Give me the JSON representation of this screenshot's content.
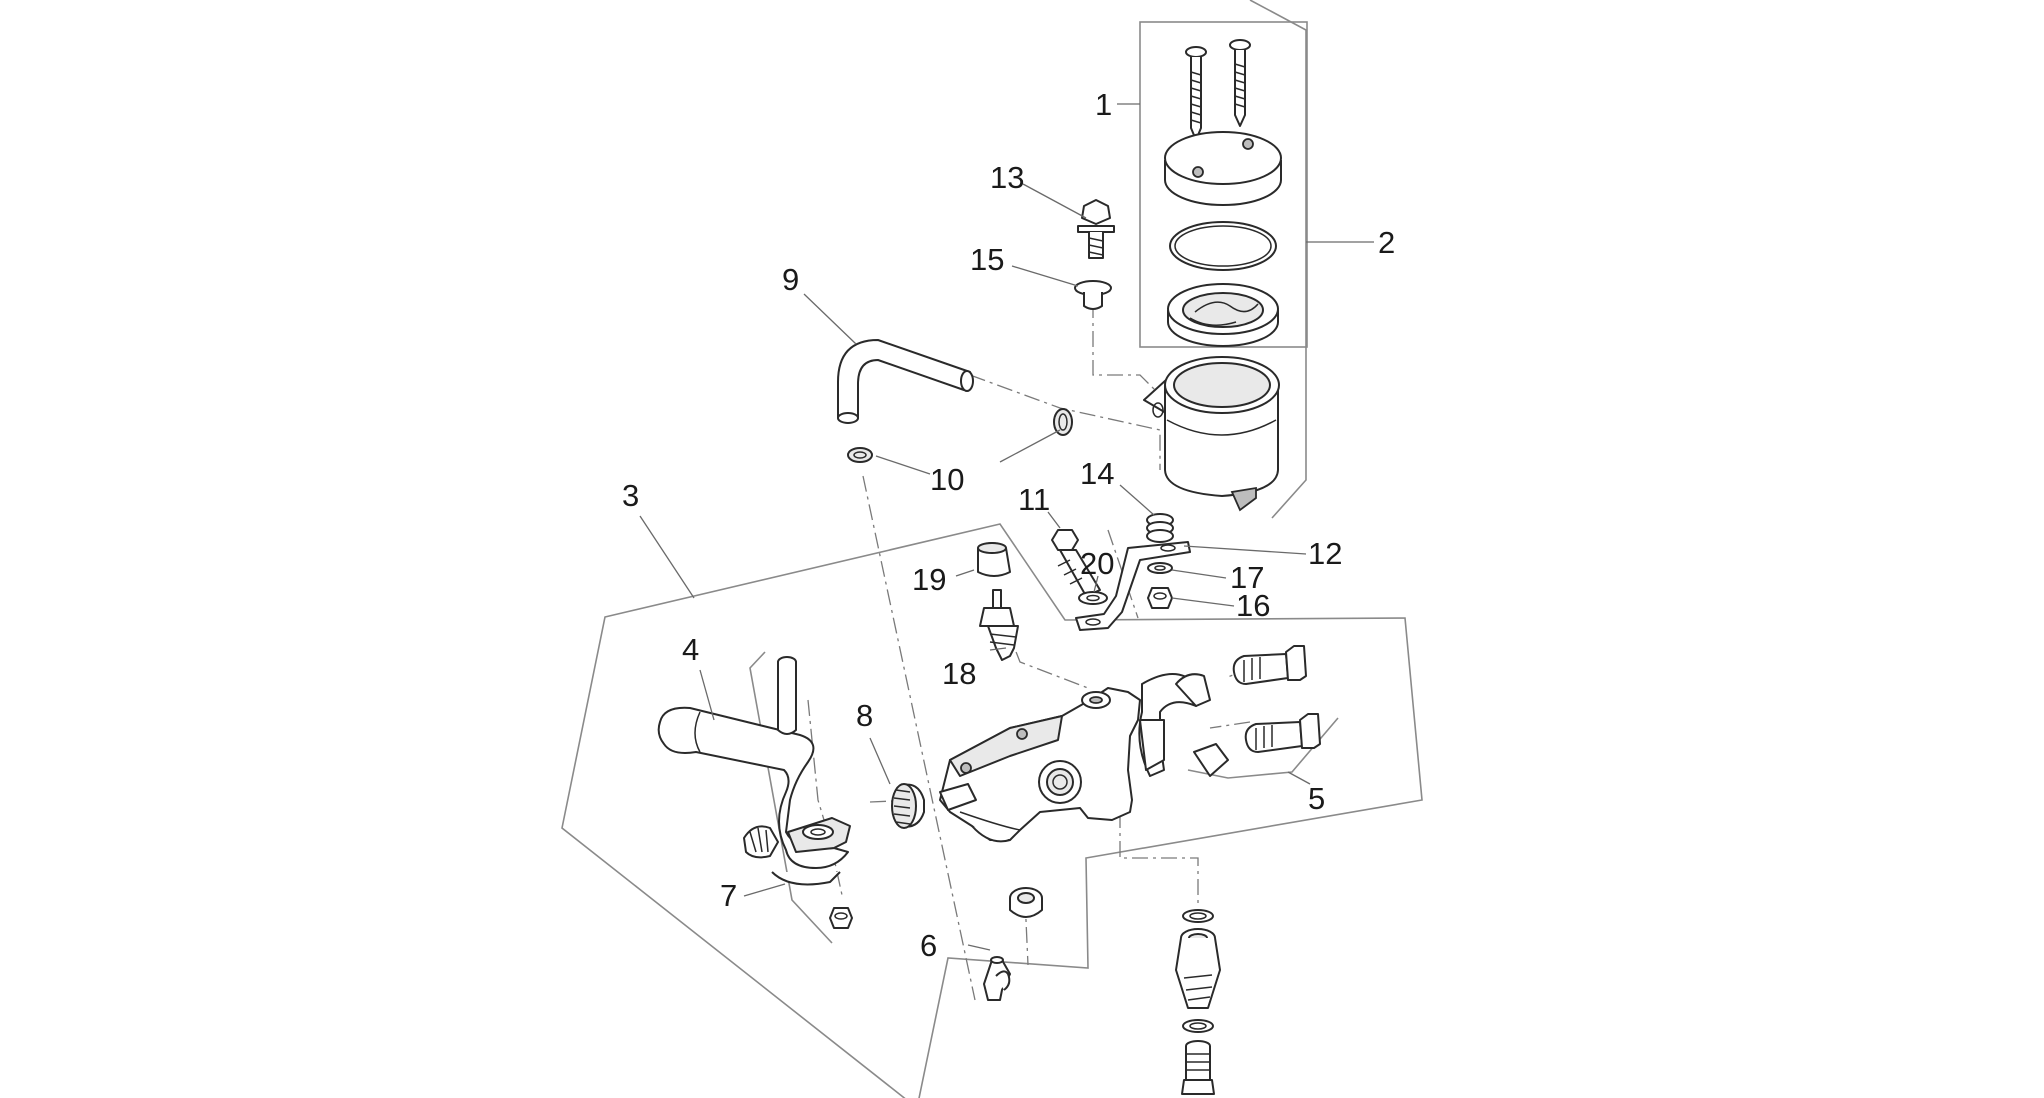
{
  "diagram": {
    "callouts": [
      {
        "id": "1",
        "text": "1"
      },
      {
        "id": "2",
        "text": "2"
      },
      {
        "id": "3",
        "text": "3"
      },
      {
        "id": "4",
        "text": "4"
      },
      {
        "id": "5",
        "text": "5"
      },
      {
        "id": "6",
        "text": "6"
      },
      {
        "id": "7",
        "text": "7"
      },
      {
        "id": "8",
        "text": "8"
      },
      {
        "id": "9",
        "text": "9"
      },
      {
        "id": "10",
        "text": "10"
      },
      {
        "id": "11",
        "text": "11"
      },
      {
        "id": "12",
        "text": "12"
      },
      {
        "id": "13",
        "text": "13"
      },
      {
        "id": "14",
        "text": "14"
      },
      {
        "id": "15",
        "text": "15"
      },
      {
        "id": "16",
        "text": "16"
      },
      {
        "id": "17",
        "text": "17"
      },
      {
        "id": "18",
        "text": "18"
      },
      {
        "id": "19",
        "text": "19"
      },
      {
        "id": "20",
        "text": "20"
      }
    ],
    "colors": {
      "line": "#2a2a2a",
      "frame": "#8a8a8a",
      "text": "#1a1a1a",
      "background": "#ffffff"
    }
  }
}
